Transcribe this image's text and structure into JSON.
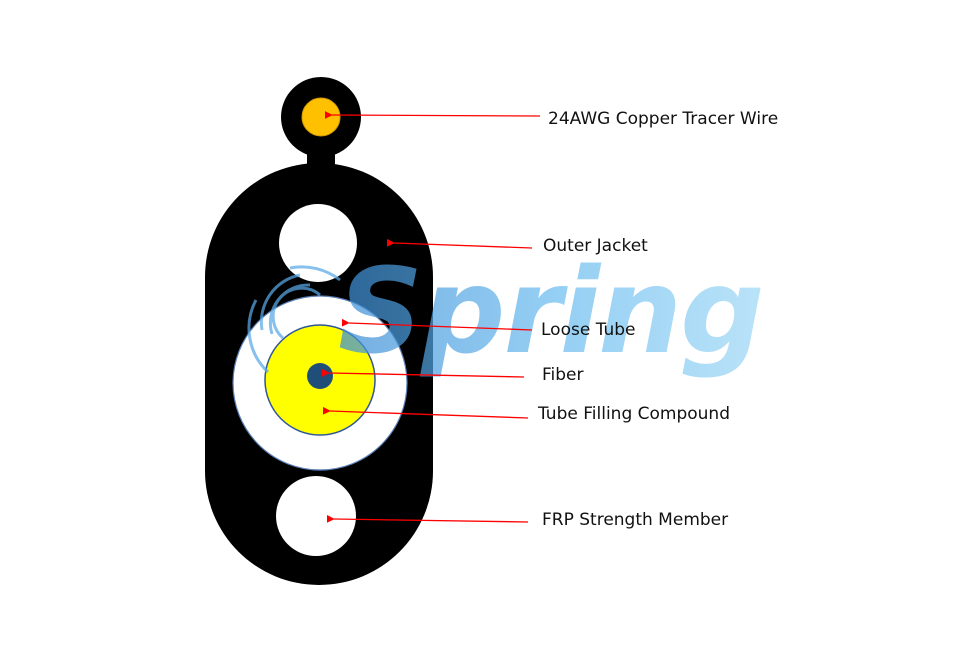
{
  "colors": {
    "jacket": "#000000",
    "copper": "#ffc000",
    "tube_outline": "#5b7fb5",
    "gel": "#ffff00",
    "fiber": "#1f4e79",
    "frp": "#ffffff",
    "arrow": "#ff0000",
    "watermark_light": "#9fd8f6",
    "watermark_dark": "#3f8fd6"
  },
  "watermark": {
    "text": "Spring"
  },
  "callouts": {
    "tracer_wire": "24AWG Copper Tracer Wire",
    "outer_jacket": "Outer Jacket",
    "loose_tube": "Loose Tube",
    "fiber": "Fiber",
    "filling_compound": "Tube Filling Compound",
    "frp_member": "FRP Strength Member"
  }
}
